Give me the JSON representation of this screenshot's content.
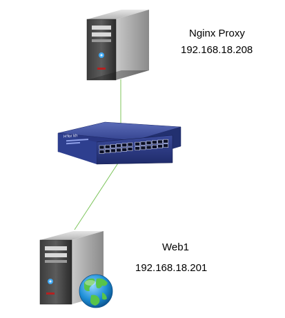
{
  "nodes": {
    "proxy": {
      "name": "Nginx Proxy",
      "ip": "192.168.18.208",
      "icon": "server-icon"
    },
    "switch": {
      "brand": "H'for kh",
      "icon": "network-switch-icon",
      "port_rows": 2,
      "ports_per_row": 12
    },
    "web1": {
      "name": "Web1",
      "ip": "192.168.18.201",
      "icon": "web-server-icon"
    }
  },
  "links": [
    {
      "from": "proxy",
      "to": "switch"
    },
    {
      "from": "switch",
      "to": "web1"
    }
  ],
  "colors": {
    "link": "#7cc45a",
    "switch_body": "#2e3f8f",
    "server_body": "#2b2b2b",
    "globe": "#1e8fd6"
  }
}
